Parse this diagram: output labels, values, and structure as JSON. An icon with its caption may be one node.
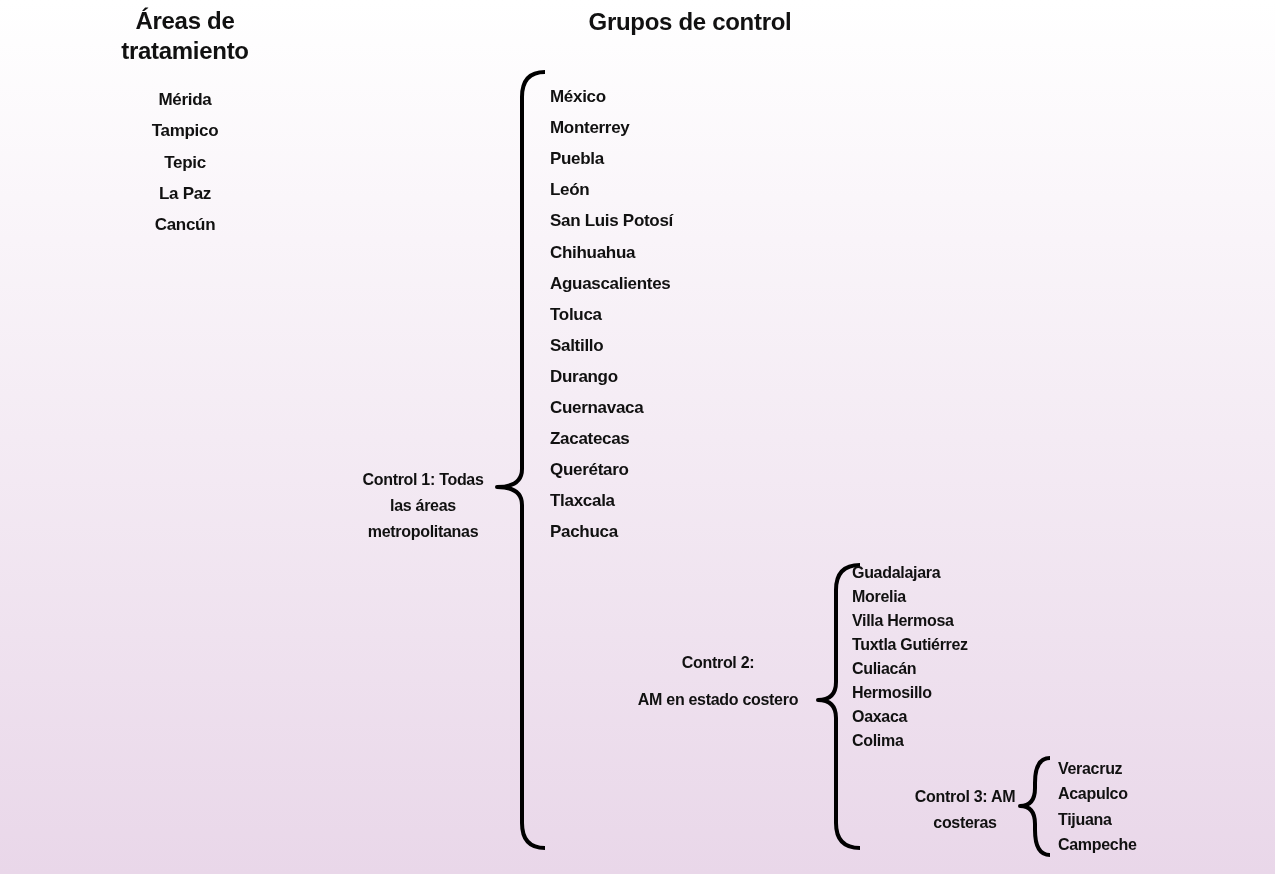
{
  "diagram": {
    "labels": [
      "Áreas de tratamiento",
      "Mérida",
      "Tampico",
      "Tepic",
      "La Paz",
      "Cancún",
      "Grupos de control",
      "México",
      "Monterrey",
      "Puebla",
      "León",
      "San Luis Potosí",
      "Chihuahua",
      "Aguascalientes",
      "Toluca",
      "Saltillo",
      "Durango",
      "Cuernavaca",
      "Zacatecas",
      "Querétaro",
      "Tlaxcala",
      "Pachuca",
      "Control 1: Todas las áreas metropolitanas",
      "Guadalajara",
      "Morelia",
      "Villa Hermosa",
      "Tuxtla Gutiérrez",
      "Culiacán",
      "Hermosillo",
      "Oaxaca",
      "Colima",
      "Control 2:",
      "AM en estado costero",
      "Veracruz",
      "Acapulco",
      "Tijuana",
      "Campeche",
      "Control 3: AM costeras"
    ]
  }
}
